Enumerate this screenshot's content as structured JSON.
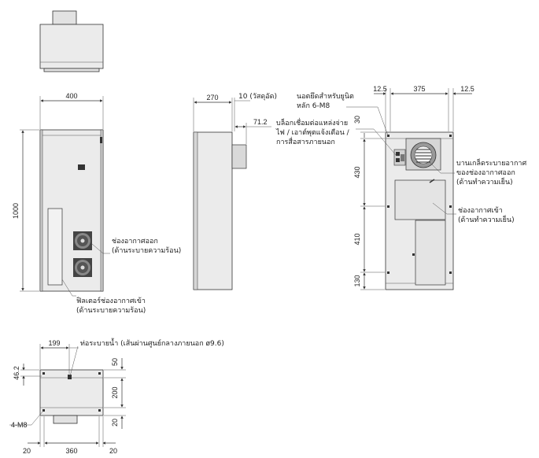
{
  "dims": {
    "front_width": "400",
    "front_height": "1000",
    "side_depth": "270",
    "side_protrusion": "71.2",
    "side_stud": "10 (วัสดุอัด)",
    "back_left": "12.5",
    "back_mid": "375",
    "back_right": "12.5",
    "back_v1": "30",
    "back_v2": "430",
    "back_v3": "410",
    "back_v4": "130",
    "bottom_drain_x": "199",
    "bottom_top": "50",
    "bottom_mid": "200",
    "bottom_bot": "20",
    "bottom_hole_y": "46.2",
    "bottom_width": "360",
    "bottom_left": "20",
    "bottom_right": "20",
    "bottom_holes": "4-M8"
  },
  "labels": {
    "exhaust": [
      "ช่องอากาศออก",
      "(ด้านระบายความร้อน)"
    ],
    "intake_filter": [
      "ฟิลเตอร์ช่องอากาศเข้า",
      "(ด้านระบายความร้อน)"
    ],
    "mount_nut": [
      "นอตยึดสำหรับยูนิต",
      "หลัก 6-M8"
    ],
    "terminal": [
      "บล็อกเชื่อมต่อแหล่งจ่าย",
      "ไฟ / เอาต์พุตแจ้งเตือน /",
      "การสื่อสารภายนอก"
    ],
    "cool_outlet": [
      "บานเกล็ดระบายอากาศ",
      "ของช่องอากาศออก",
      "(ด้านทำความเย็น)"
    ],
    "cool_inlet": [
      "ช่องอากาศเข้า",
      "(ด้านทำความเย็น)"
    ],
    "drain": "ท่อระบายน้ำ (เส้นผ่านศูนย์กลางภายนอก ø9.6)"
  }
}
